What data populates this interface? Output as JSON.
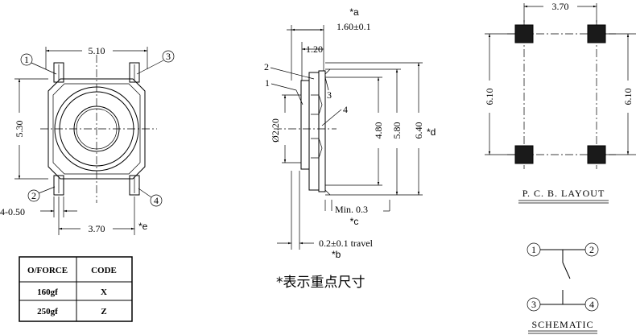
{
  "top_view": {
    "width_dim": "5.10",
    "height_dim": "5.30",
    "pin_pitch_dim": "3.70",
    "pin_width_dim": "4-0.50",
    "pin_width_mark": "*e",
    "pins": [
      "1",
      "2",
      "3",
      "4"
    ]
  },
  "side_view": {
    "mark_a": "*a",
    "dim_a": "1.60±0.1",
    "dim_120": "1.20",
    "diameter": "Ø2.20",
    "dim_480": "4.80",
    "dim_580": "5.80",
    "dim_640": "6.40",
    "mark_d": "*d",
    "callouts": [
      "1",
      "2",
      "3",
      "4"
    ],
    "min_label": "Min. 0.3",
    "mark_c": "*c",
    "travel_label": "0.2±0.1 travel",
    "mark_b": "*b"
  },
  "pcb_layout": {
    "pitch_dim": "3.70",
    "height_left": "6.10",
    "height_right": "6.10",
    "title": "P. C. B. LAYOUT"
  },
  "schematic": {
    "pins": [
      "1",
      "2",
      "3",
      "4"
    ],
    "title": "SCHEMATIC"
  },
  "note": "*表示重点尺寸",
  "force_table": {
    "headers": [
      "O/FORCE",
      "CODE"
    ],
    "rows": [
      [
        "160gf",
        "X"
      ],
      [
        "250gf",
        "Z"
      ]
    ]
  }
}
